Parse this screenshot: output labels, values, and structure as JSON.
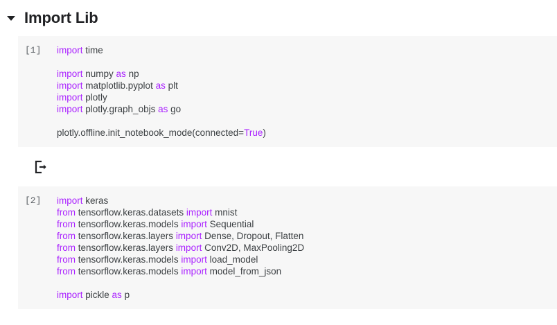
{
  "section": {
    "title": "Import Lib",
    "collapse_icon": "caret-down-icon",
    "expanded": true
  },
  "notebook": {
    "cells": [
      {
        "execution_count": "[1]",
        "type": "code",
        "lines": [
          [
            {
              "t": "import",
              "kw": true
            },
            {
              "t": " time",
              "kw": false
            }
          ],
          [],
          [
            {
              "t": "import",
              "kw": true
            },
            {
              "t": " numpy ",
              "kw": false
            },
            {
              "t": "as",
              "kw": true
            },
            {
              "t": " np",
              "kw": false
            }
          ],
          [
            {
              "t": "import",
              "kw": true
            },
            {
              "t": " matplotlib.pyplot ",
              "kw": false
            },
            {
              "t": "as",
              "kw": true
            },
            {
              "t": " plt",
              "kw": false
            }
          ],
          [
            {
              "t": "import",
              "kw": true
            },
            {
              "t": " plotly",
              "kw": false
            }
          ],
          [
            {
              "t": "import",
              "kw": true
            },
            {
              "t": " plotly.graph_objs ",
              "kw": false
            },
            {
              "t": "as",
              "kw": true
            },
            {
              "t": " go",
              "kw": false
            }
          ],
          [],
          [
            {
              "t": "plotly.offline.init_notebook_mode(connected=",
              "kw": false
            },
            {
              "t": "True",
              "kw": true
            },
            {
              "t": ")",
              "kw": false
            }
          ]
        ],
        "output": {
          "icon": "output-arrow-icon",
          "text": ""
        }
      },
      {
        "execution_count": "[2]",
        "type": "code",
        "lines": [
          [
            {
              "t": "import",
              "kw": true
            },
            {
              "t": " keras",
              "kw": false
            }
          ],
          [
            {
              "t": "from",
              "kw": true
            },
            {
              "t": " tensorflow.keras.datasets ",
              "kw": false
            },
            {
              "t": "import",
              "kw": true
            },
            {
              "t": " mnist",
              "kw": false
            }
          ],
          [
            {
              "t": "from",
              "kw": true
            },
            {
              "t": " tensorflow.keras.models ",
              "kw": false
            },
            {
              "t": "import",
              "kw": true
            },
            {
              "t": " Sequential",
              "kw": false
            }
          ],
          [
            {
              "t": "from",
              "kw": true
            },
            {
              "t": " tensorflow.keras.layers ",
              "kw": false
            },
            {
              "t": "import",
              "kw": true
            },
            {
              "t": " Dense, Dropout, Flatten",
              "kw": false
            }
          ],
          [
            {
              "t": "from",
              "kw": true
            },
            {
              "t": " tensorflow.keras.layers ",
              "kw": false
            },
            {
              "t": "import",
              "kw": true
            },
            {
              "t": " Conv2D, MaxPooling2D",
              "kw": false
            }
          ],
          [
            {
              "t": "from",
              "kw": true
            },
            {
              "t": " tensorflow.keras.models ",
              "kw": false
            },
            {
              "t": "import",
              "kw": true
            },
            {
              "t": " load_model",
              "kw": false
            }
          ],
          [
            {
              "t": "from",
              "kw": true
            },
            {
              "t": " tensorflow.keras.models ",
              "kw": false
            },
            {
              "t": "import",
              "kw": true
            },
            {
              "t": " model_from_json",
              "kw": false
            }
          ],
          [],
          [
            {
              "t": "import",
              "kw": true
            },
            {
              "t": " pickle ",
              "kw": false
            },
            {
              "t": "as",
              "kw": true
            },
            {
              "t": " p",
              "kw": false
            }
          ]
        ],
        "output": null
      }
    ]
  },
  "colors": {
    "keyword": "#aa22ff",
    "code_text": "#3c4043",
    "cell_background": "#f7f7f7",
    "page_background": "#ffffff",
    "gutter_text": "#5f6368",
    "title_text": "#202124"
  }
}
